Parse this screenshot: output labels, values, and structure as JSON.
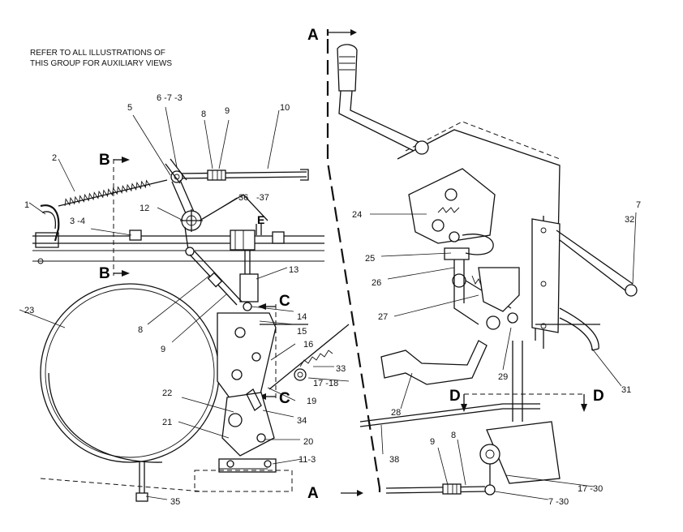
{
  "note": {
    "line1": "REFER TO ALL ILLUSTRATIONS OF",
    "line2": "THIS GROUP FOR AUXILIARY VIEWS"
  },
  "sections": {
    "a_top": "A",
    "a_bottom": "A",
    "b_top": "B",
    "b_bottom": "B",
    "c_upper": "C",
    "c_lower": "C",
    "d_left": "D",
    "d_right": "D",
    "e": "E"
  },
  "callouts": {
    "c1": "1",
    "c2": "2",
    "c3_4": "3 -4",
    "c5": "5",
    "c6_7_3": "6 -7 -3",
    "c8_top": "8",
    "c9_top": "9",
    "c10": "10",
    "c12": "12",
    "c36": "36",
    "c37": "-37",
    "c13": "13",
    "c8_mid": "8",
    "c9_mid": "9",
    "c14": "14",
    "c15": "15",
    "c16": "16",
    "c33": "33",
    "c17_18": "17 -18",
    "c19": "19",
    "c22": "22",
    "c34": "34",
    "c21": "21",
    "c20": "20",
    "c11_3": "11-3",
    "c23": "23",
    "c35": "35",
    "c24": "24",
    "c25": "25",
    "c26": "26",
    "c27": "27",
    "c28": "28",
    "c29": "29",
    "c31": "31",
    "c7_right": "7",
    "c32": "32",
    "c38": "38",
    "c9_bot": "9",
    "c8_bot": "8",
    "c17_30": "17 -30",
    "c7_30": "7 -30"
  }
}
